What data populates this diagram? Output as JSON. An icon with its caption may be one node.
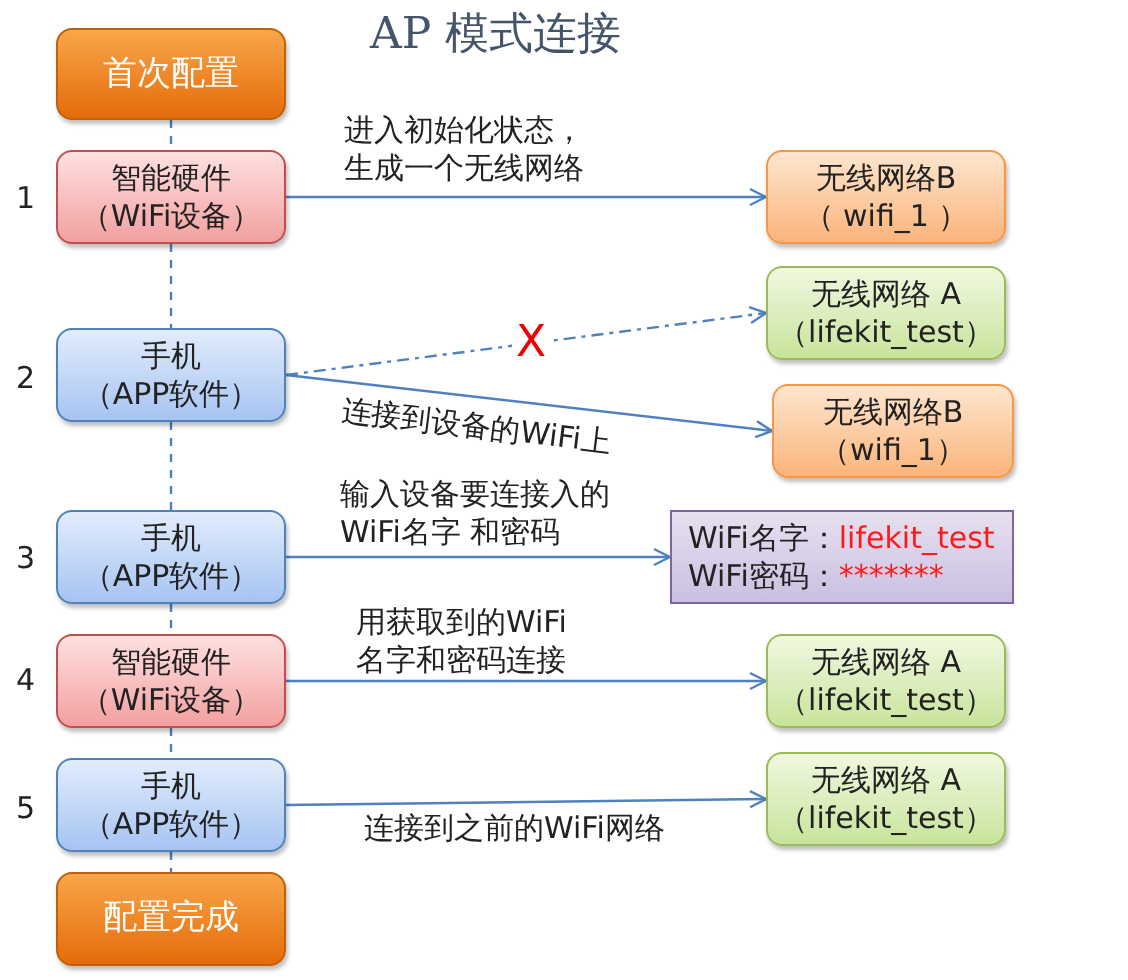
{
  "diagram": {
    "title": "AP 模式连接",
    "nodes": [
      {
        "text": [
          "首次配置"
        ]
      },
      {
        "text": [
          "智能硬件",
          "（WiFi设备）"
        ]
      },
      {
        "text": [
          "无线网络B",
          "（ wifi_1 ）"
        ]
      },
      {
        "text": [
          "手机",
          "（APP软件）"
        ]
      },
      {
        "text": [
          "无线网络 A",
          "（lifekit_test）"
        ]
      },
      {
        "text": [
          "无线网络B",
          "（wifi_1）"
        ]
      },
      {
        "text": [
          "手机",
          "（APP软件）"
        ]
      },
      {
        "text": [
          "WiFi名字：",
          "lifekit_test",
          "WiFi密码：",
          "*******"
        ]
      },
      {
        "text": [
          "智能硬件",
          "（WiFi设备）"
        ]
      },
      {
        "text": [
          "无线网络 A",
          "（lifekit_test）"
        ]
      },
      {
        "text": [
          "手机",
          "（APP软件）"
        ]
      },
      {
        "text": [
          "无线网络 A",
          "（lifekit_test）"
        ]
      },
      {
        "text": [
          "配置完成"
        ]
      }
    ],
    "edges": [
      {
        "from": 0,
        "to": 1,
        "arrow": "none",
        "style": "dashed"
      },
      {
        "from": 1,
        "to": 3,
        "arrow": "none",
        "style": "dashed"
      },
      {
        "from": 3,
        "to": 6,
        "arrow": "none",
        "style": "dashed"
      },
      {
        "from": 6,
        "to": 8,
        "arrow": "none",
        "style": "dashed"
      },
      {
        "from": 8,
        "to": 10,
        "arrow": "none",
        "style": "dashed"
      },
      {
        "from": 10,
        "to": 12,
        "arrow": "none",
        "style": "dashed"
      },
      {
        "from": 1,
        "to": 2,
        "arrow": "to",
        "label": "进入初始化状态，生成一个无线网络"
      },
      {
        "from": 3,
        "to": 4,
        "arrow": "to",
        "style": "dashed",
        "label": "X"
      },
      {
        "from": 3,
        "to": 5,
        "arrow": "to",
        "label": "连接到设备的WiFi上"
      },
      {
        "from": 6,
        "to": 7,
        "arrow": "to",
        "label": "输入设备要连接入的WiFi名字 和密码"
      },
      {
        "from": 8,
        "to": 9,
        "arrow": "to",
        "label": "用获取到的WiFi名字和密码连接"
      },
      {
        "from": 10,
        "to": 11,
        "arrow": "to",
        "label": "连接到之前的WiFi网络"
      }
    ],
    "labels": [
      "1",
      "2",
      "3",
      "4",
      "5"
    ]
  }
}
